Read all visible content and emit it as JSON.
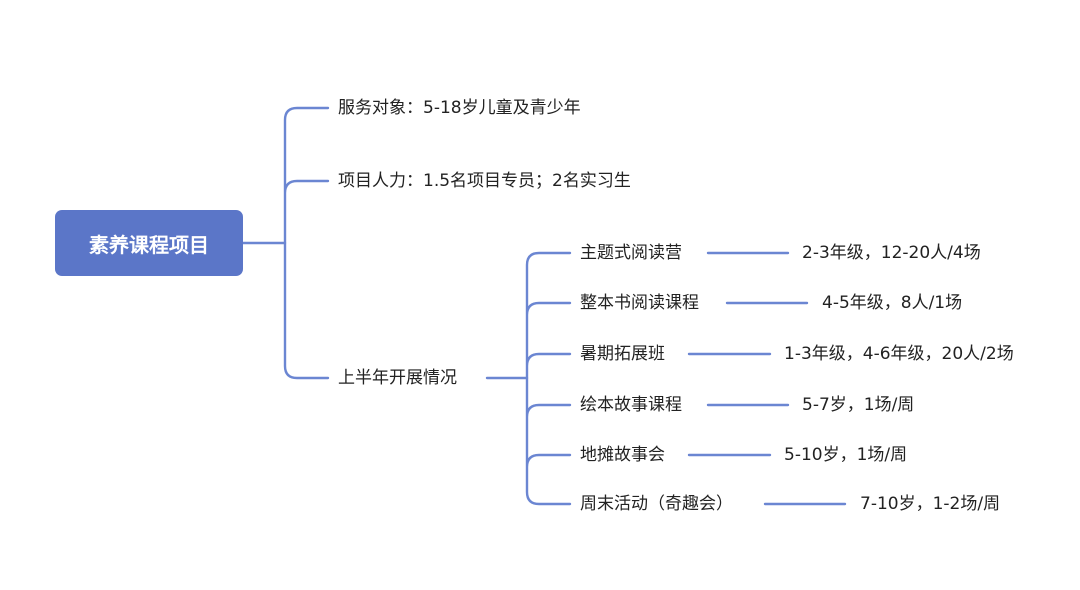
{
  "root": {
    "label": "素养课程项目"
  },
  "branches": {
    "target": "服务对象：5-18岁儿童及青少年",
    "staff": "项目人力：1.5名项目专员；2名实习生",
    "progress": "上半年开展情况"
  },
  "courses": [
    {
      "name": "主题式阅读营",
      "detail": "2-3年级，12-20人/4场"
    },
    {
      "name": "整本书阅读课程",
      "detail": "4-5年级，8人/1场"
    },
    {
      "name": "暑期拓展班",
      "detail": "1-3年级，4-6年级，20人/2场"
    },
    {
      "name": "绘本故事课程",
      "detail": "5-7岁，1场/周"
    },
    {
      "name": "地摊故事会",
      "detail": "5-10岁，1场/周"
    },
    {
      "name": "周末活动（奇趣会）",
      "detail": "7-10岁，1-2场/周"
    }
  ],
  "colors": {
    "node_fill": "#5b76c8",
    "connector": "#6b86d2",
    "text": "#222222"
  }
}
